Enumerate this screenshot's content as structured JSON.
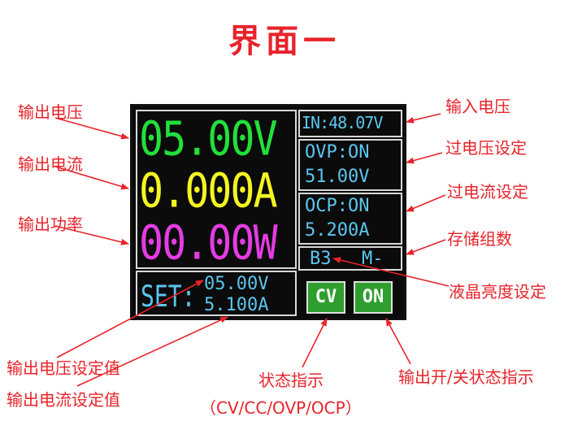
{
  "title": "界面一",
  "lcd": {
    "output_voltage": "05.00V",
    "output_current": "0.000A",
    "output_power": "00.00W",
    "set_label": "SET:",
    "set_voltage": "05.00V",
    "set_current": "5.100A",
    "input_voltage": "IN:48.07V",
    "ovp_status": "OVP:ON",
    "ovp_value": "51.00V",
    "ocp_status": "OCP:ON",
    "ocp_value": "5.200A",
    "storage_group": "B3",
    "brightness": "M-",
    "mode_button": "CV",
    "power_button": "ON"
  },
  "annotations": {
    "output_voltage": "输出电压",
    "output_current": "输出电流",
    "output_power": "输出功率",
    "input_voltage": "输入电压",
    "ovp_setting": "过电压设定",
    "ocp_setting": "过电流设定",
    "storage_group": "存储组数",
    "brightness_setting": "液晶亮度设定",
    "set_voltage_value": "输出电压设定值",
    "set_current_value": "输出电流设定值",
    "status_indicator": "状态指示",
    "status_modes": "（CV/CC/OVP/OCP）",
    "output_onoff_indicator": "输出开/关状态指示"
  },
  "colors": {
    "annotation": "#e8232a",
    "voltage": "#22e03a",
    "current": "#f5f522",
    "power": "#e43ce4",
    "info": "#5bc6f0",
    "button": "#2e9e2e"
  }
}
